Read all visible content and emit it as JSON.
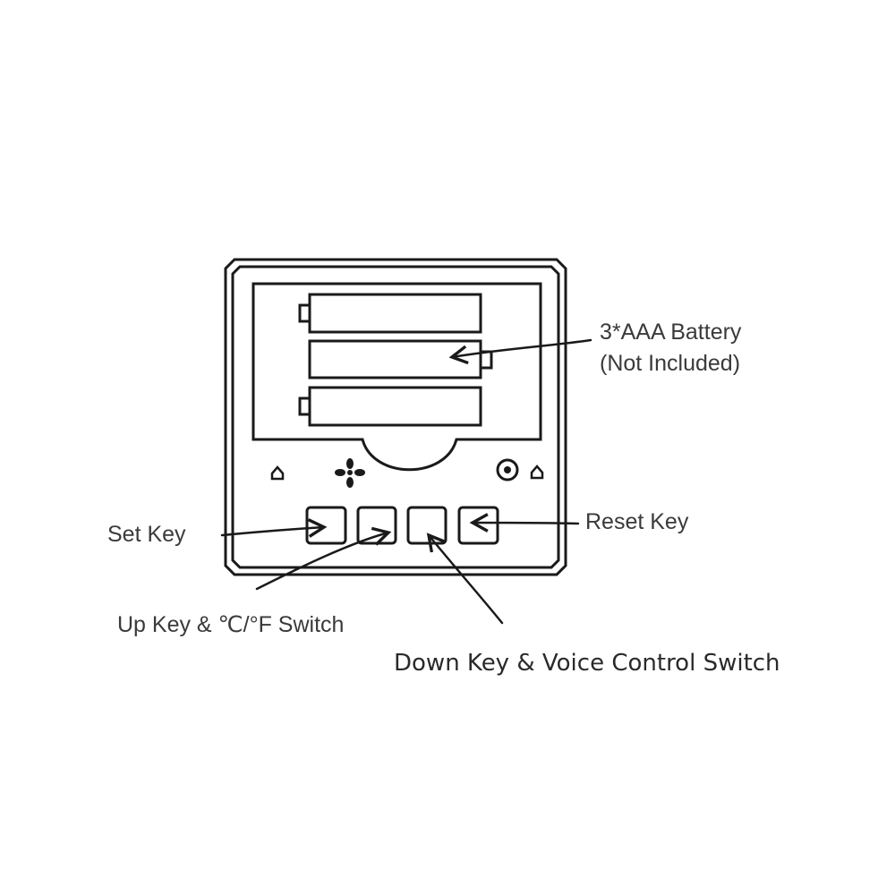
{
  "colors": {
    "line": "#1a1a1a",
    "text": "#3a3a3a",
    "background": "#ffffff"
  },
  "labels": {
    "battery_line1": "3*AAA Battery",
    "battery_line2": "(Not Included)",
    "set_key": "Set Key",
    "reset_key": "Reset Key",
    "up_key": "Up Key & ℃/°F Switch",
    "down_key": "Down Key & Voice Control Switch"
  },
  "icons": [
    "fan-icon",
    "light-icon",
    "left-indicator-icon",
    "right-indicator-icon"
  ]
}
